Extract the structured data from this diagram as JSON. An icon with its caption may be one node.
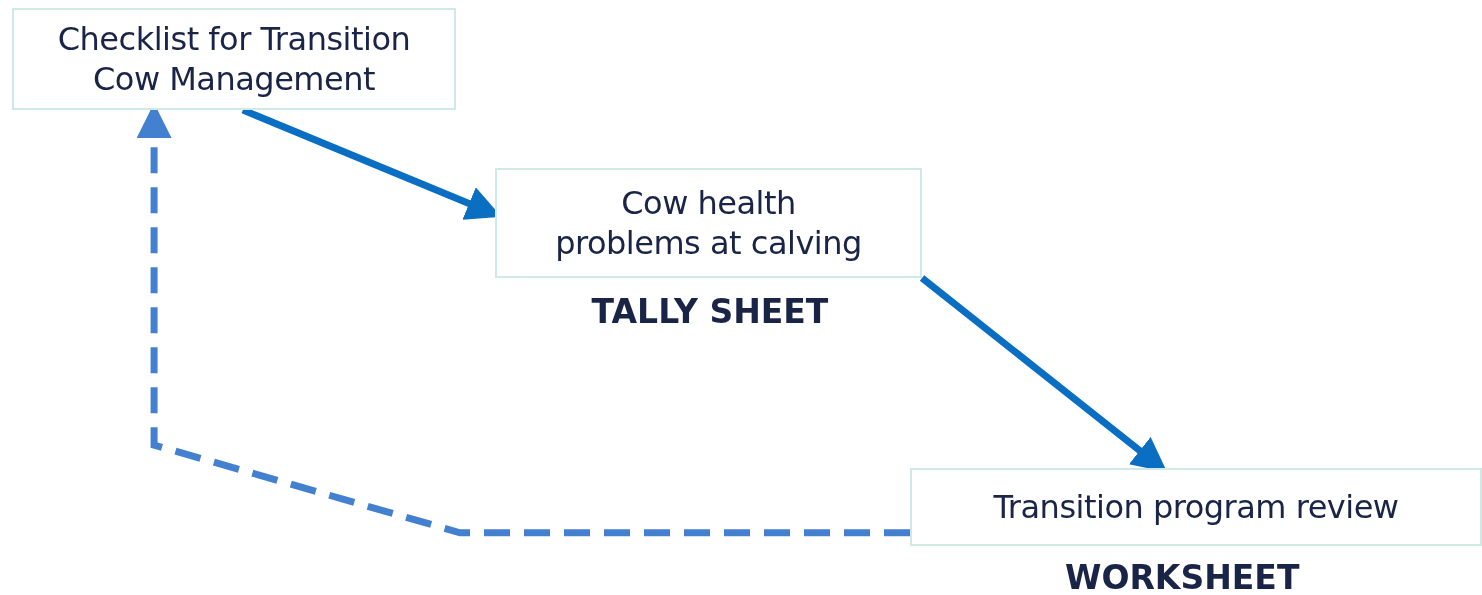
{
  "diagram": {
    "nodes": [
      {
        "text": [
          "Checklist for Transition Cow Management"
        ]
      },
      {
        "text": [
          "Cow health problems at calving"
        ],
        "beside": [
          "TALLY SHEET"
        ]
      },
      {
        "text": [
          "Transition program review"
        ],
        "beside": [
          "WORKSHEET"
        ]
      }
    ],
    "edges": [
      {
        "from": 0,
        "to": 1,
        "arrow": "to"
      },
      {
        "from": 1,
        "to": 2,
        "arrow": "to"
      },
      {
        "from": 2,
        "to": 0,
        "arrow": "to",
        "style": "dashed",
        "color": "#4480d0"
      }
    ]
  }
}
